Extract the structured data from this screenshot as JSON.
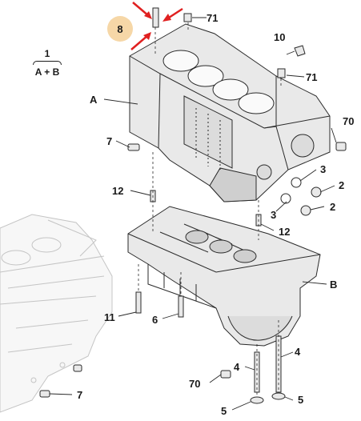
{
  "highlight": {
    "label": "8",
    "color": "#f6d7a7"
  },
  "assembly": {
    "number": "1",
    "parts": "A + B"
  },
  "labels": {
    "A": "A",
    "B": "B",
    "p2a": "2",
    "p2b": "2",
    "p3a": "3",
    "p3b": "3",
    "p4a": "4",
    "p4b": "4",
    "p5a": "5",
    "p5b": "5",
    "p6": "6",
    "p7a": "7",
    "p7b": "7",
    "p10": "10",
    "p11": "11",
    "p12a": "12",
    "p12b": "12",
    "p70a": "70",
    "p70b": "70",
    "p71a": "71",
    "p71b": "71"
  },
  "colors": {
    "arrow": "#e02020",
    "line": "#2a2a2a",
    "fill": "#e9e9e9",
    "shade": "#cfcfcf",
    "ghost": "#c4c4c4"
  }
}
